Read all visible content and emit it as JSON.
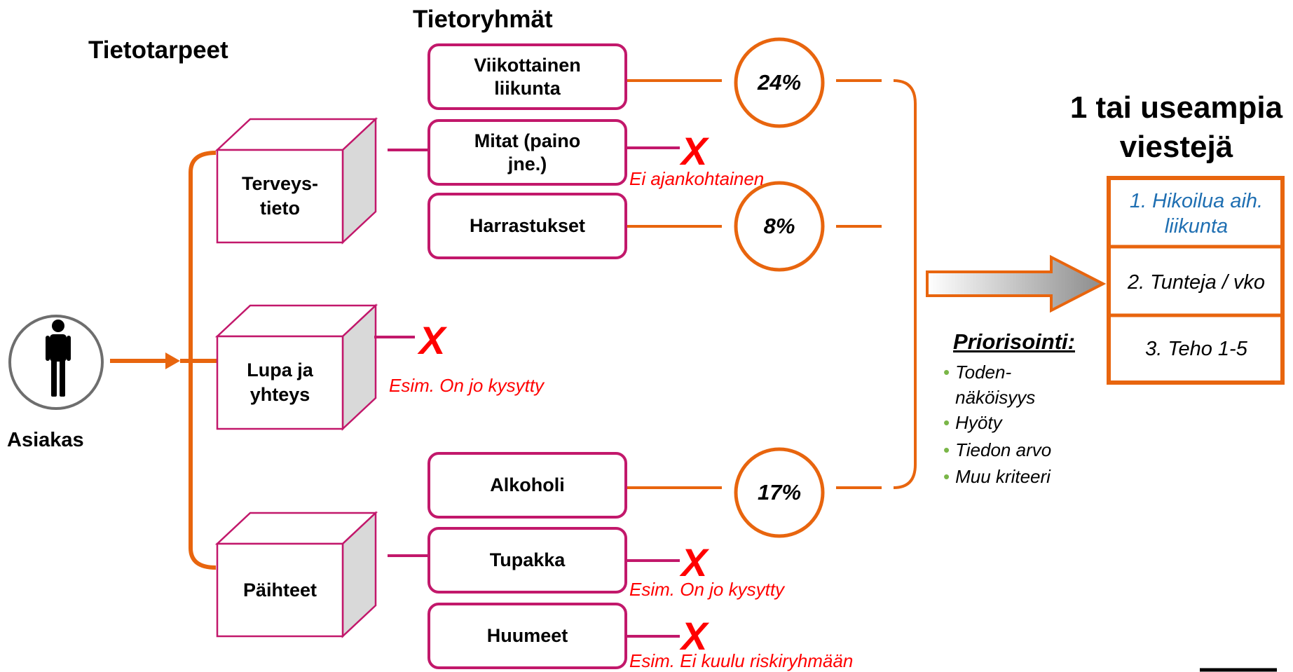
{
  "headers": {
    "tietotarpeet": "Tietotarpeet",
    "tietoryhmat": "Tietoryhmät",
    "result": "1 tai useampia\nviestejä"
  },
  "customer": {
    "label": "Asiakas",
    "icon": "person-icon"
  },
  "needs": [
    {
      "label": "Terveys-\ntieto"
    },
    {
      "label": "Lupa ja\nyhteys"
    },
    {
      "label": "Päihteet"
    }
  ],
  "groups": [
    {
      "label": "Viikottainen\nliikunta",
      "percent": "24%"
    },
    {
      "label": "Mitat (paino\njne.)",
      "mark": "X",
      "note": "Ei ajankohtainen"
    },
    {
      "label": "Harrastukset",
      "percent": "8%"
    },
    {
      "label": "Alkoholi",
      "percent": "17%"
    },
    {
      "label": "Tupakka",
      "mark": "X",
      "note": "Esim. On jo kysytty"
    },
    {
      "label": "Huumeet",
      "mark": "X",
      "note": "Esim. Ei kuulu riskiryhmään"
    }
  ],
  "need_rejection": {
    "mark": "X",
    "note": "Esim. On jo kysytty"
  },
  "prioritization": {
    "title": "Priorisointi:",
    "criteria": [
      "Toden-\nnäköisyys",
      "Hyöty",
      "Tiedon arvo",
      "Muu kriteeri"
    ]
  },
  "messages": [
    {
      "label": "1. Hikoilua aih.\nliikunta",
      "color": "#1f6fb2"
    },
    {
      "label": "2. Tunteja / vko",
      "color": "#000000"
    },
    {
      "label": "3. Teho 1-5",
      "color": "#000000"
    }
  ],
  "colors": {
    "orange": "#e8650e",
    "magenta": "#c2186b",
    "red": "#ff0000",
    "bullet": "#7ab648"
  }
}
